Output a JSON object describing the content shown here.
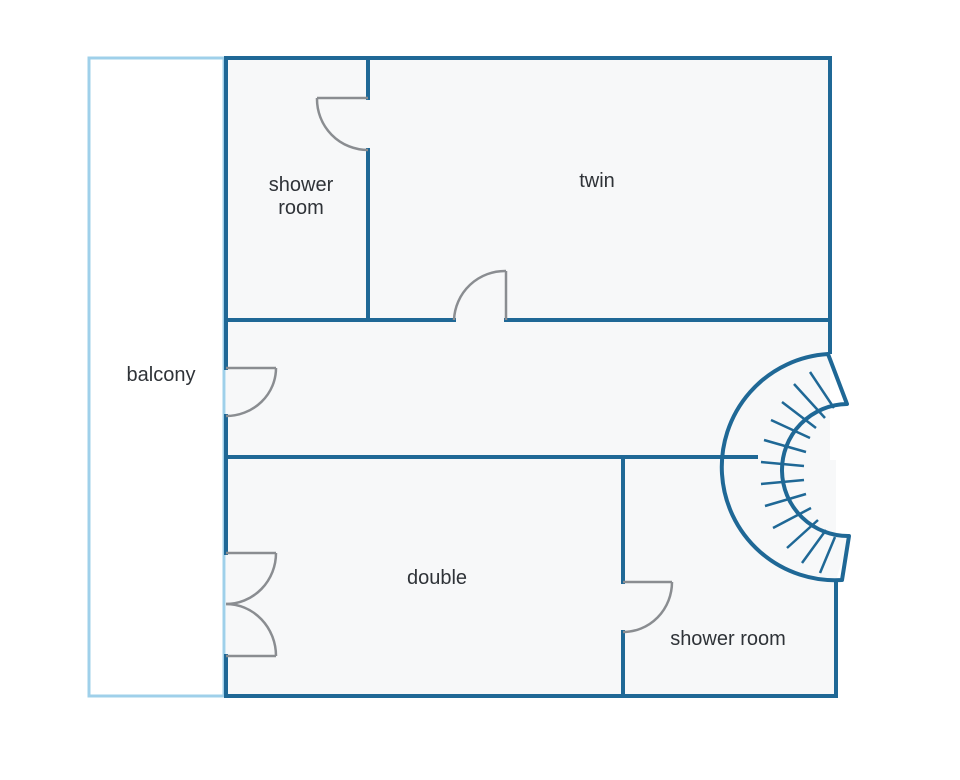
{
  "rooms": {
    "shower_room_top": "shower\nroom",
    "twin": "twin",
    "balcony": "balcony",
    "double": "double",
    "shower_room_bottom": "shower room"
  },
  "colors": {
    "wall": "#1f6896",
    "balcony_outline": "#9fd0ea",
    "floor": "#f7f8f9",
    "door": "#8a8d91",
    "label": "#2f3338"
  }
}
